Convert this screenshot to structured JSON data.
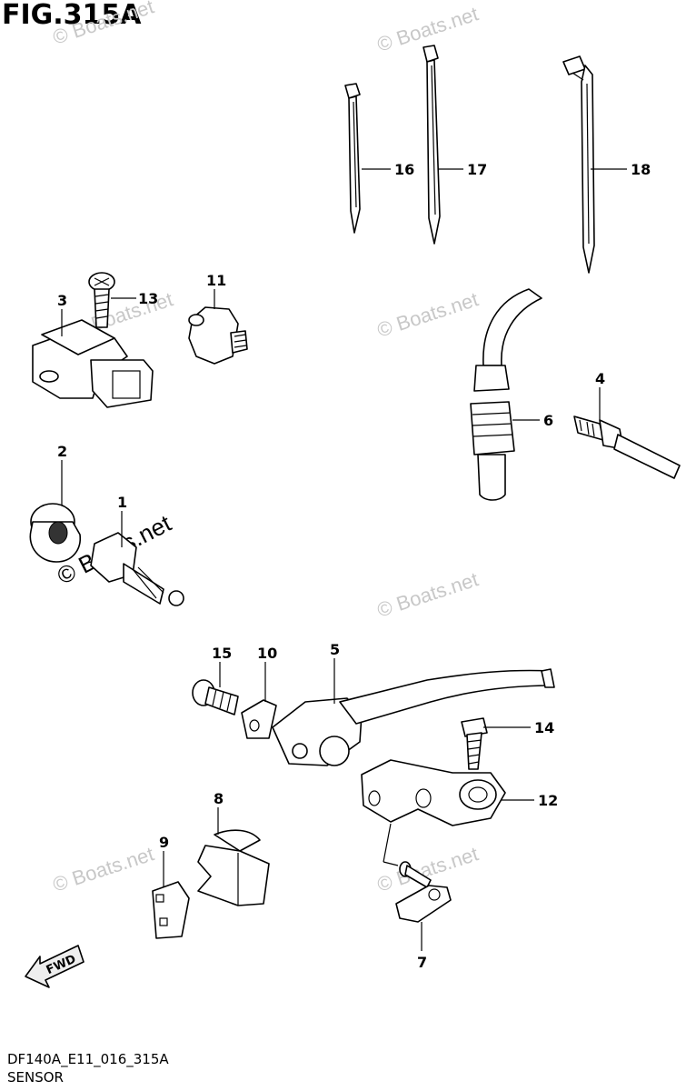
{
  "figure_title": "FIG.315A",
  "watermark": "© Boats.net",
  "watermark_main": "© Boats.net",
  "diagram_code": "DF140A_E11_016_315A",
  "caption": "SENSOR",
  "fwd_label": "FWD",
  "callouts": {
    "c1": "1",
    "c2": "2",
    "c3": "3",
    "c4": "4",
    "c5": "5",
    "c6": "6",
    "c7": "7",
    "c8": "8",
    "c9": "9",
    "c10": "10",
    "c11": "11",
    "c12": "12",
    "c13": "13",
    "c14": "14",
    "c15": "15",
    "c16": "16",
    "c17": "17",
    "c18": "18"
  }
}
